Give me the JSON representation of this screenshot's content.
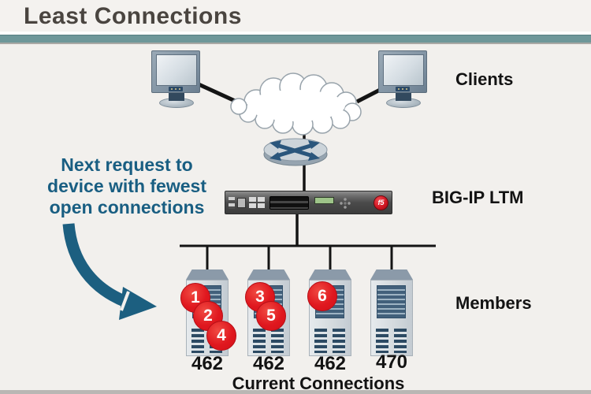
{
  "slide": {
    "title": "Least Connections"
  },
  "theme": {
    "accent_band": "#6E9799",
    "background": "#F2F0ED",
    "annotation_color": "#195E82",
    "badge_color": "#E0181F",
    "arrow_color": "#1C5F80"
  },
  "labels": {
    "clients": "Clients",
    "bigip": "BIG-IP LTM",
    "members": "Members",
    "current_connections": "Current Connections"
  },
  "annotation": {
    "line1": "Next request to",
    "line2": "device with fewest",
    "line3": "open connections"
  },
  "members": [
    {
      "connections": "462",
      "badges": [
        "1",
        "2",
        "4"
      ]
    },
    {
      "connections": "462",
      "badges": [
        "3",
        "5"
      ]
    },
    {
      "connections": "462",
      "badges": [
        "6"
      ]
    },
    {
      "connections": "470",
      "badges": []
    }
  ],
  "appliance": {
    "logo": "f5"
  }
}
